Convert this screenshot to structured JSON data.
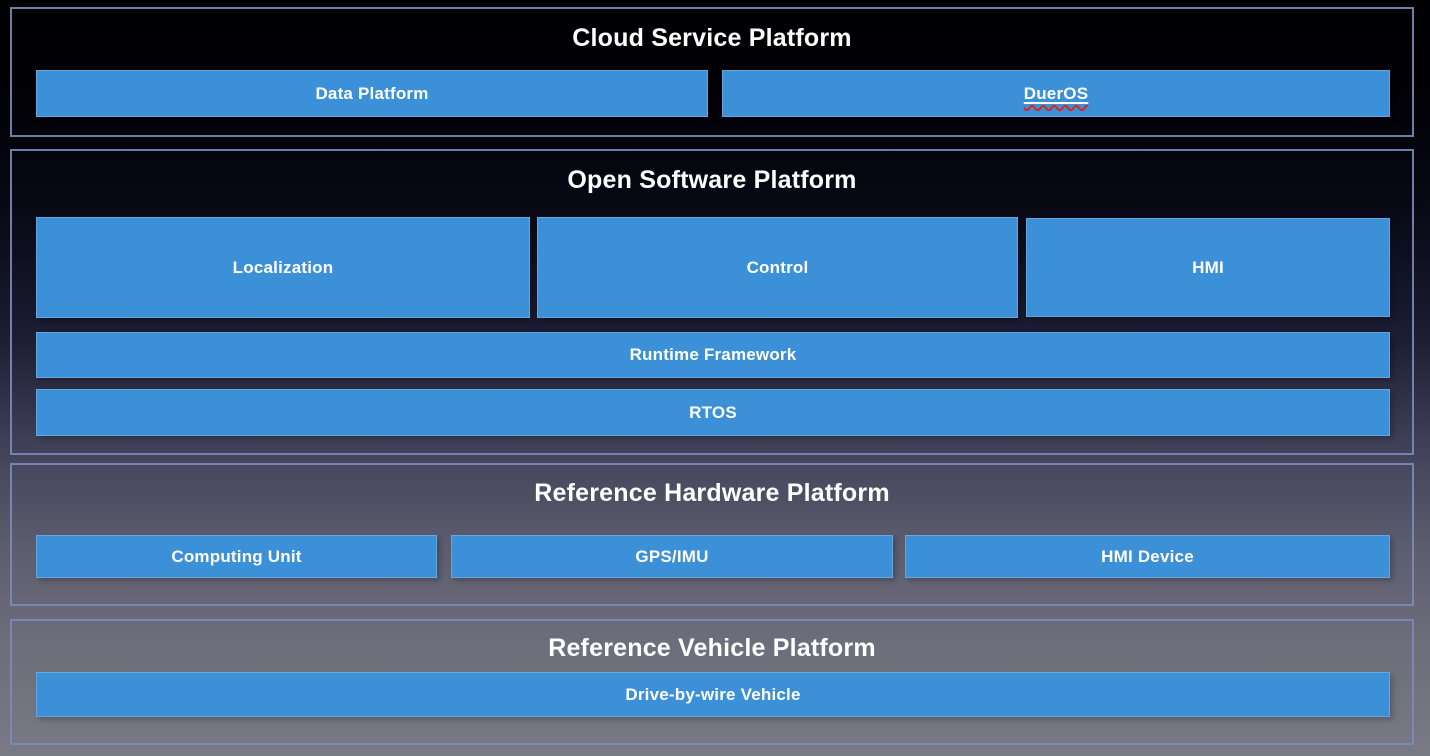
{
  "colors": {
    "box_blue": "#3B90D8",
    "section_border": "rgba(122,140,184,0.9)",
    "title_text": "#FFFFFF",
    "label_text": "#FFFFFF",
    "squiggle_red": "#DE2318"
  },
  "sections": {
    "cloud": {
      "title": "Cloud Service Platform",
      "blocks": {
        "data_platform": "Data Platform",
        "dueros": "DuerOS"
      }
    },
    "software": {
      "title": "Open Software Platform",
      "modules": {
        "localization": "Localization",
        "control": "Control",
        "hmi": "HMI"
      },
      "layers": {
        "runtime_framework": "Runtime Framework",
        "rtos": "RTOS"
      }
    },
    "hardware": {
      "title": "Reference Hardware Platform",
      "blocks": {
        "computing_unit": "Computing Unit",
        "gps_imu": "GPS/IMU",
        "hmi_device": "HMI Device"
      }
    },
    "vehicle": {
      "title": "Reference Vehicle Platform",
      "blocks": {
        "drive_by_wire": "Drive-by-wire Vehicle"
      }
    }
  }
}
